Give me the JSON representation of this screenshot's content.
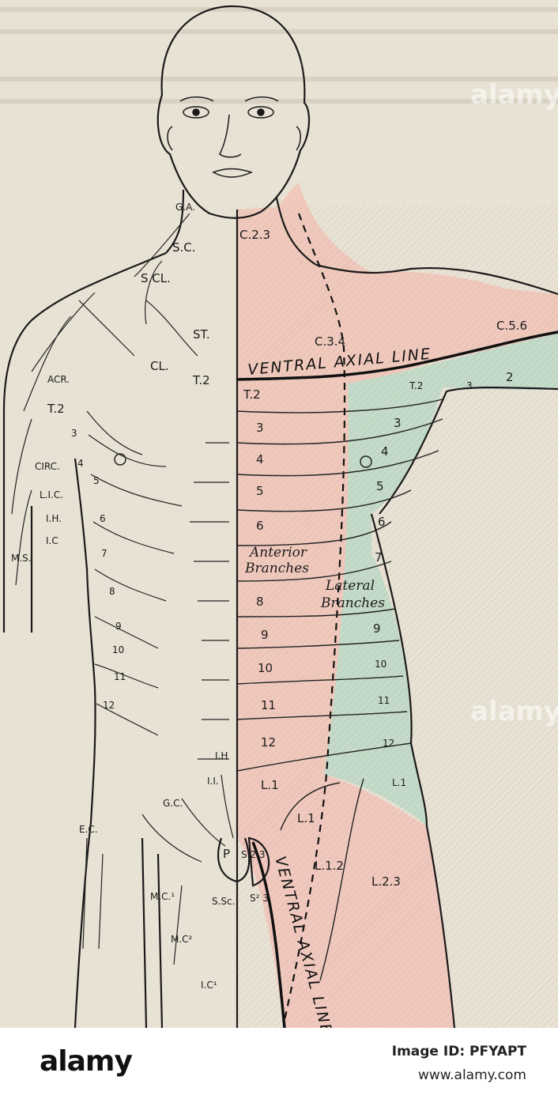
{
  "labels": {
    "head": {
      "ga": "G.A.",
      "sc": "S.C.",
      "c23": "C.2.3",
      "scl": "S.CL.",
      "st": "ST.",
      "cl": "CL.",
      "acr": "ACR.",
      "c34": "C.3.4",
      "c56": "C.5.6"
    },
    "left_nerves": {
      "t2": "T.2",
      "circ": "CIRC.",
      "lic": "L.I.C.",
      "ih": "I.H.",
      "ic": "I.C",
      "ms": "M.S.",
      "ih_lower": "I.H",
      "ii": "I.I.",
      "ec": "E.C.",
      "gc": "G.C.",
      "p": "P",
      "s23": "S 2 3",
      "mc1": "M.C.¹",
      "mc2": "M.C²",
      "ssc": "S.Sc.",
      "s23b": "S² 3",
      "ic1": "I.C¹"
    },
    "left_rib_numbers": [
      "3",
      "4",
      "5",
      "6",
      "7",
      "8",
      "9",
      "10",
      "11",
      "12"
    ],
    "right_segments": [
      "T.2",
      "3",
      "4",
      "5",
      "6",
      "8",
      "9",
      "10",
      "11",
      "12",
      "L.1"
    ],
    "lateral_segments": [
      "T.2",
      "3",
      "4",
      "5",
      "6",
      "7",
      "9",
      "10",
      "11",
      "12",
      "L.1"
    ],
    "arm_segments": [
      "2",
      "3"
    ],
    "ventral_axial_line": "VENTRAL AXIAL LINE",
    "anterior_branches": [
      "Anterior",
      "Branches"
    ],
    "lateral_branches": [
      "Lateral",
      "Branches"
    ],
    "lumbar": {
      "l1": "L.1",
      "l12": "L.1.2",
      "l23": "L.2.3"
    }
  },
  "colors": {
    "anterior_zone": "#f0c9bc",
    "lateral_zone": "#c3dbc8",
    "lumbar_zone": "#f1c8bd"
  },
  "footer": {
    "logo": "alamy",
    "image_id": "Image ID: PFYAPT",
    "url": "www.alamy.com"
  },
  "watermark": "alamy"
}
